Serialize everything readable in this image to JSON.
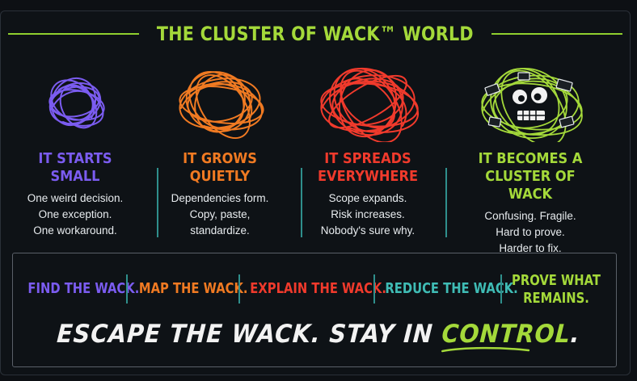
{
  "title": "THE CLUSTER OF WACK™ WORLD",
  "colors": {
    "purple": "#7b5cf0",
    "orange": "#f07a22",
    "red": "#f03a2c",
    "green": "#a4d93a",
    "teal": "#3fbcb5",
    "text": "#e8ecef",
    "background": "#0e1216"
  },
  "stages": [
    {
      "heading_1": "IT STARTS",
      "heading_2": "SMALL",
      "desc_1": "One weird decision.",
      "desc_2": "One exception.",
      "desc_3": "One workaround.",
      "icon": "small-tangle-icon"
    },
    {
      "heading_1": "IT GROWS",
      "heading_2": "QUIETLY",
      "desc_1": "Dependencies form.",
      "desc_2": "Copy, paste,",
      "desc_3": "standardize.",
      "icon": "growing-tangle-icon"
    },
    {
      "heading_1": "IT SPREADS",
      "heading_2": "EVERYWHERE",
      "desc_1": "Scope expands.",
      "desc_2": "Risk increases.",
      "desc_3": "Nobody's sure why.",
      "icon": "spreading-tangle-icon"
    },
    {
      "heading_1": "IT BECOMES A",
      "heading_2": "CLUSTER OF WACK",
      "desc_1": "Confusing. Fragile.",
      "desc_2": "Hard to prove.",
      "desc_3": "Harder to fix.",
      "icon": "wack-monster-icon"
    }
  ],
  "steps": [
    {
      "line_1": "FIND THE WACK.",
      "line_2": ""
    },
    {
      "line_1": "MAP THE WACK.",
      "line_2": ""
    },
    {
      "line_1": "EXPLAIN THE WACK.",
      "line_2": ""
    },
    {
      "line_1": "REDUCE THE WACK.",
      "line_2": ""
    },
    {
      "line_1": "PROVE WHAT",
      "line_2": "REMAINS."
    }
  ],
  "tagline": {
    "main": "ESCAPE THE WACK. STAY IN ",
    "highlight": "CONTROL",
    "end": "."
  }
}
